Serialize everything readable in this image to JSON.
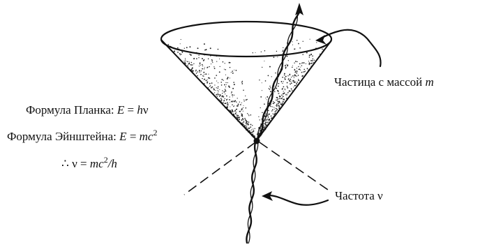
{
  "labels": {
    "particle": {
      "text": "Частица с массой",
      "var": "m"
    },
    "planck": {
      "text": "Формула Планка:",
      "E": "E",
      "eq": "=",
      "h": "h",
      "nu": "ν"
    },
    "einstein": {
      "text": "Формула Эйнштейна:",
      "E": "E",
      "eq": "=",
      "m": "mc",
      "exp": "2"
    },
    "derived": {
      "therefore": "∴",
      "nu": "ν",
      "eq": "=",
      "m": "mc",
      "exp": "2",
      "tail": "/h"
    },
    "frequency": {
      "text": "Частота ν"
    }
  },
  "colors": {
    "ink": "#111111",
    "background": "#ffffff"
  }
}
